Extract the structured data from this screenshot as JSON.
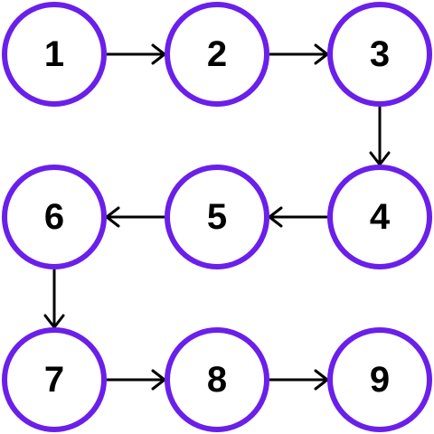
{
  "diagram": {
    "node_stroke_color": "#6a1fea",
    "arrow_color": "#000000",
    "nodes": [
      {
        "label": "1"
      },
      {
        "label": "2"
      },
      {
        "label": "3"
      },
      {
        "label": "4"
      },
      {
        "label": "5"
      },
      {
        "label": "6"
      },
      {
        "label": "7"
      },
      {
        "label": "8"
      },
      {
        "label": "9"
      }
    ],
    "edges": [
      {
        "from": "1",
        "to": "2"
      },
      {
        "from": "2",
        "to": "3"
      },
      {
        "from": "3",
        "to": "4"
      },
      {
        "from": "4",
        "to": "5"
      },
      {
        "from": "5",
        "to": "6"
      },
      {
        "from": "6",
        "to": "7"
      },
      {
        "from": "7",
        "to": "8"
      },
      {
        "from": "8",
        "to": "9"
      }
    ]
  }
}
